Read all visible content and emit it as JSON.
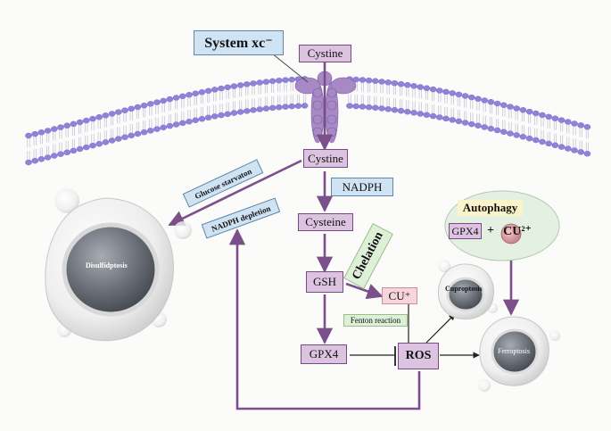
{
  "labels": {
    "system_xc": "System xc⁻",
    "cystine_top": "Cystine",
    "cystine_mid": "Cystine",
    "nadph": "NADPH",
    "cysteine": "Cysteine",
    "chelation": "Chelation",
    "gsh": "GSH",
    "cu_plus": "CU⁺",
    "fenton": "Fenton reaction",
    "gpx4": "GPX4",
    "ros": "ROS",
    "glucose_starvation": "Glucose starvaton",
    "nadph_depletion": "NADPH depletion",
    "disulfidptosis": "Disulfidptosis",
    "cuproptosis": "Cuproptosis",
    "ferroptosis": "Ferroptosis",
    "autophagy": "Autophagy",
    "autophagy_gpx4": "GPX4",
    "plus": "+",
    "cu2": "CU²⁺"
  },
  "colors": {
    "arrow_purple": "#7a4f8a",
    "node_fill": "#dcc4e0",
    "blue_box": "#cfe3f3",
    "green_box": "#dff0d8",
    "membrane_head": "#8f83d8",
    "cu_box": "#f6d6dc"
  }
}
